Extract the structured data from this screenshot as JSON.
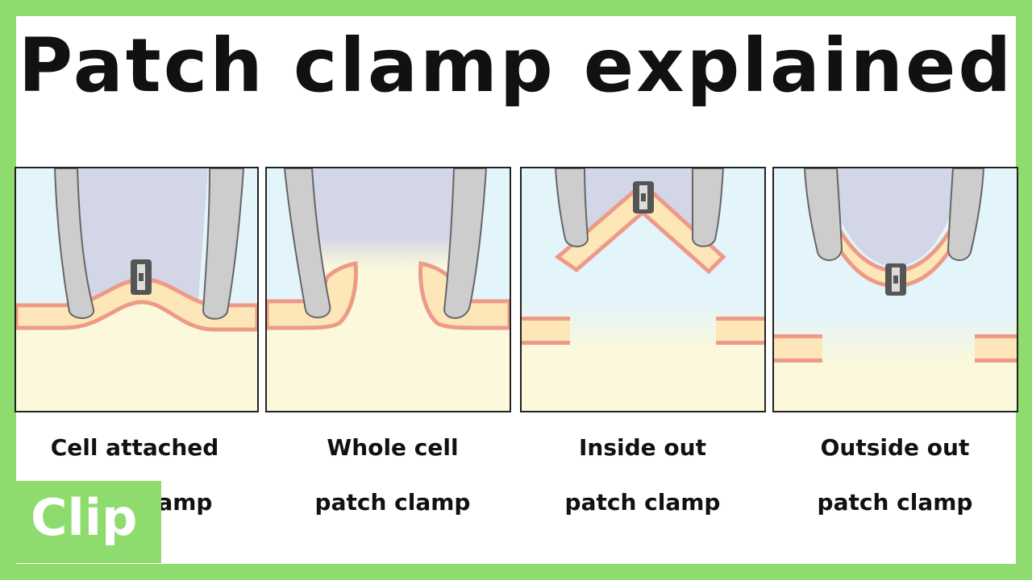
{
  "title": "Patch clamp explained",
  "panels": [
    {
      "line1": "Cell attached",
      "line2": "patch clamp"
    },
    {
      "line1": "Whole cell",
      "line2": "patch clamp"
    },
    {
      "line1": "Inside out",
      "line2": "patch clamp"
    },
    {
      "line1": "Outside out",
      "line2": "patch clamp"
    }
  ],
  "badge": "Clip",
  "colors": {
    "border": "#8fdc6e",
    "outside_solution": "#e3f4fb",
    "pipette_solution": "#d2d6e6",
    "cytoplasm": "#fbf8dc",
    "membrane_fill": "#fde7b8",
    "membrane_edge": "#ee9a88",
    "pipette_glass": "#cdcdcd",
    "ion_channel": "#555555"
  }
}
